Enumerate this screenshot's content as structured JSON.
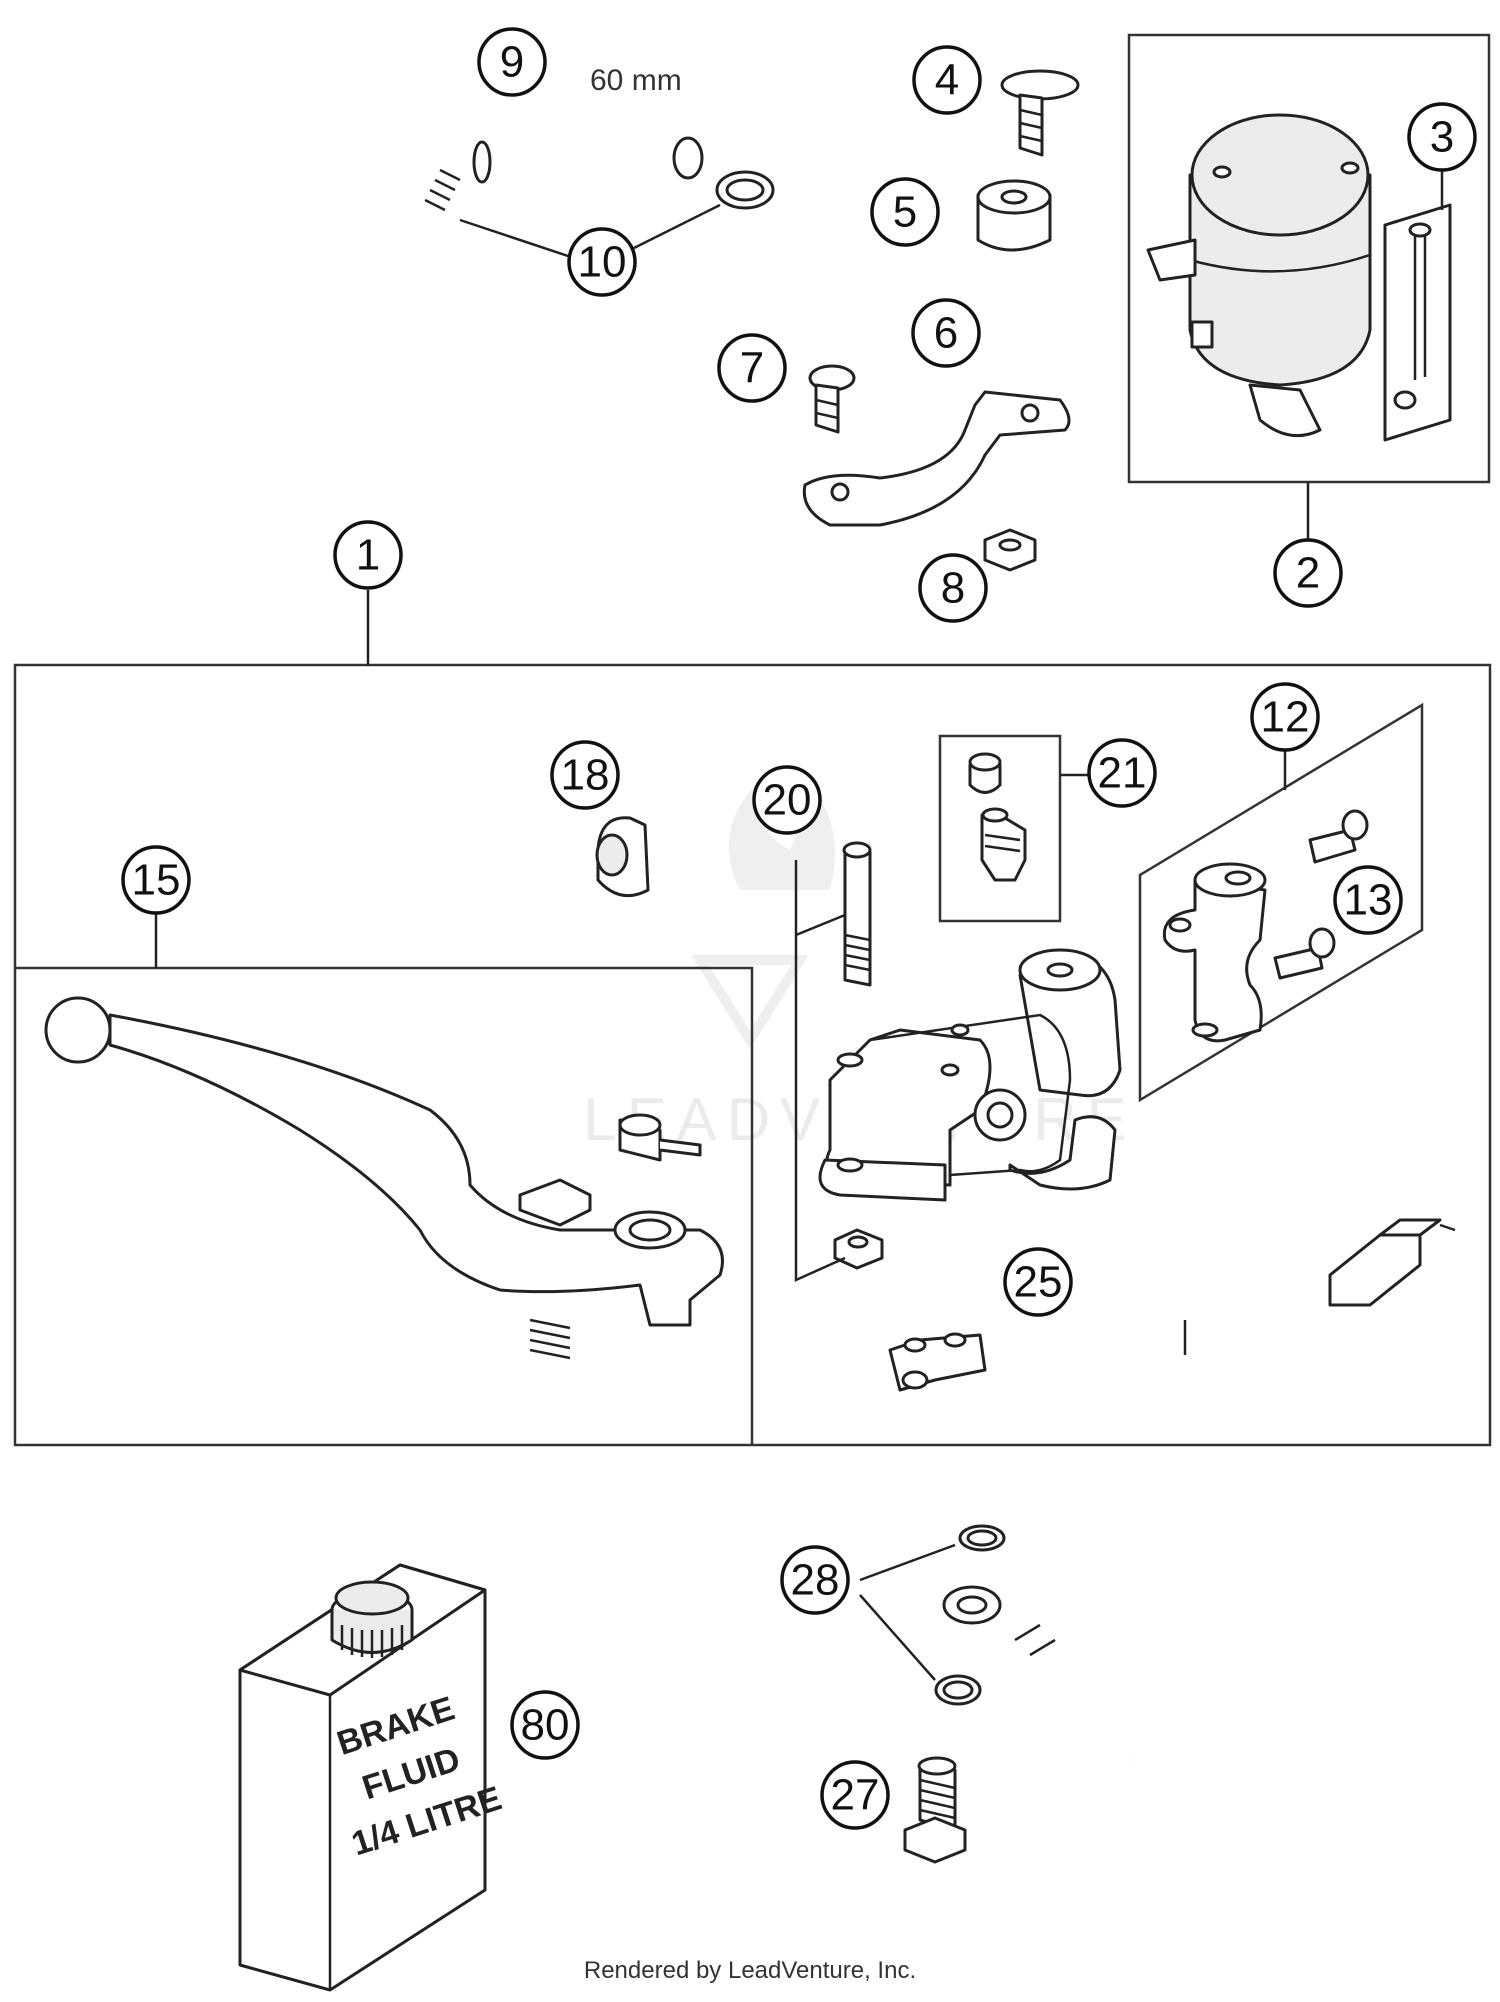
{
  "callouts": {
    "c1": "1",
    "c2": "2",
    "c3": "3",
    "c4": "4",
    "c5": "5",
    "c6": "6",
    "c7": "7",
    "c8": "8",
    "c9": "9",
    "c10": "10",
    "c12": "12",
    "c13": "13",
    "c15": "15",
    "c18": "18",
    "c20": "20",
    "c21": "21",
    "c25": "25",
    "c27": "27",
    "c28": "28",
    "c80": "80"
  },
  "dimension_label": "60 mm",
  "brake_fluid_can": {
    "line1": "BRAKE",
    "line2": "FLUID",
    "line3": "1/4 LITRE"
  },
  "watermark": "LEADVENTURE",
  "credit": "Rendered by LeadVenture, Inc."
}
